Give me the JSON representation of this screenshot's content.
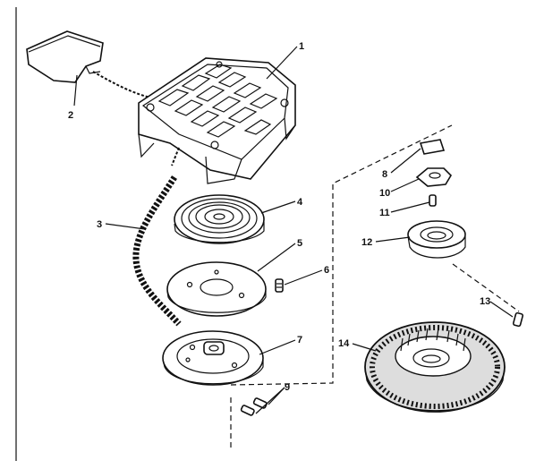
{
  "callouts": [
    {
      "id": "1",
      "text": "1"
    },
    {
      "id": "2",
      "text": "2"
    },
    {
      "id": "3",
      "text": "3"
    },
    {
      "id": "4",
      "text": "4"
    },
    {
      "id": "5",
      "text": "5"
    },
    {
      "id": "6",
      "text": "6"
    },
    {
      "id": "7",
      "text": "7"
    },
    {
      "id": "8",
      "text": "8"
    },
    {
      "id": "9",
      "text": "9"
    },
    {
      "id": "10",
      "text": "10"
    },
    {
      "id": "11",
      "text": "11"
    },
    {
      "id": "12",
      "text": "12"
    },
    {
      "id": "13",
      "text": "13"
    },
    {
      "id": "14",
      "text": "14"
    }
  ],
  "colors": {
    "ink": "#111111",
    "paper": "#ffffff"
  }
}
